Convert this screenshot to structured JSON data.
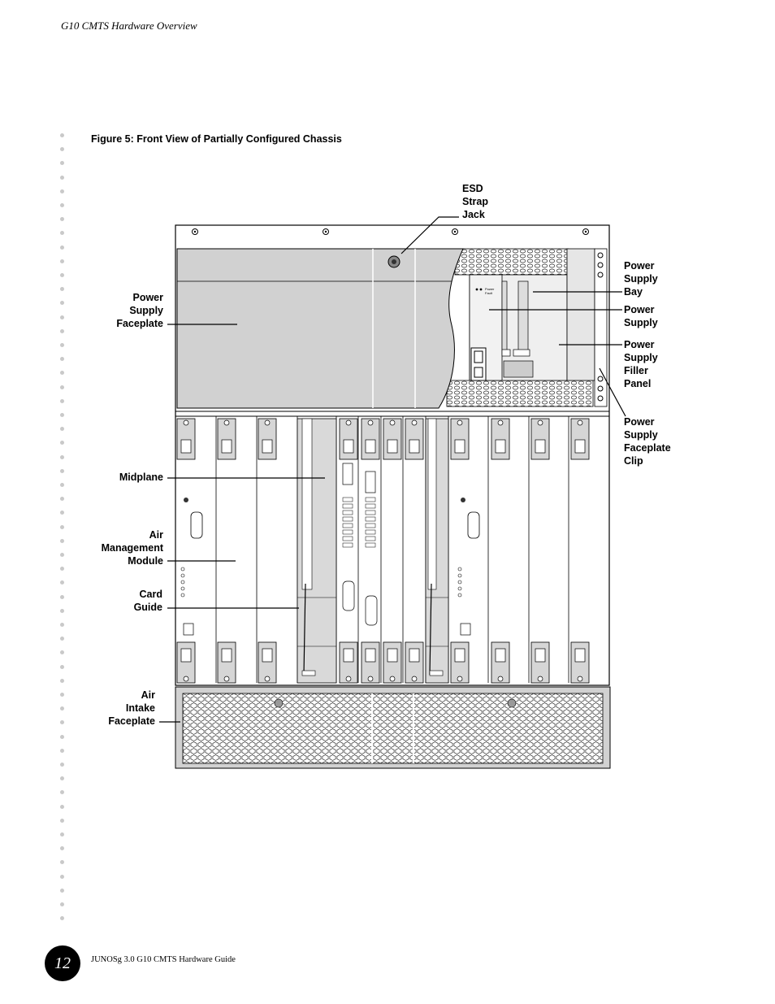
{
  "running_head": "G10 CMTS Hardware Overview",
  "figure": {
    "title": "Figure 5:  Front View of Partially Configured Chassis",
    "callouts": {
      "esd": "ESD\nStrap\nJack",
      "ps_bay": "Power\nSupply\nBay",
      "ps": "Power\nSupply",
      "ps_filler": "Power\nSupply\nFiller\nPanel",
      "ps_clip": "Power\nSupply\nFaceplate\nClip",
      "ps_faceplate": "Power\nSupply\nFaceplate",
      "midplane": "Midplane",
      "air_mgmt": "Air\nManagement\nModule",
      "card_guide": "Card\nGuide",
      "air_intake": "Air\nIntake\nFaceplate"
    }
  },
  "footer": {
    "page_number": "12",
    "guide_title": "JUNOSg 3.0 G10 CMTS Hardware Guide"
  }
}
